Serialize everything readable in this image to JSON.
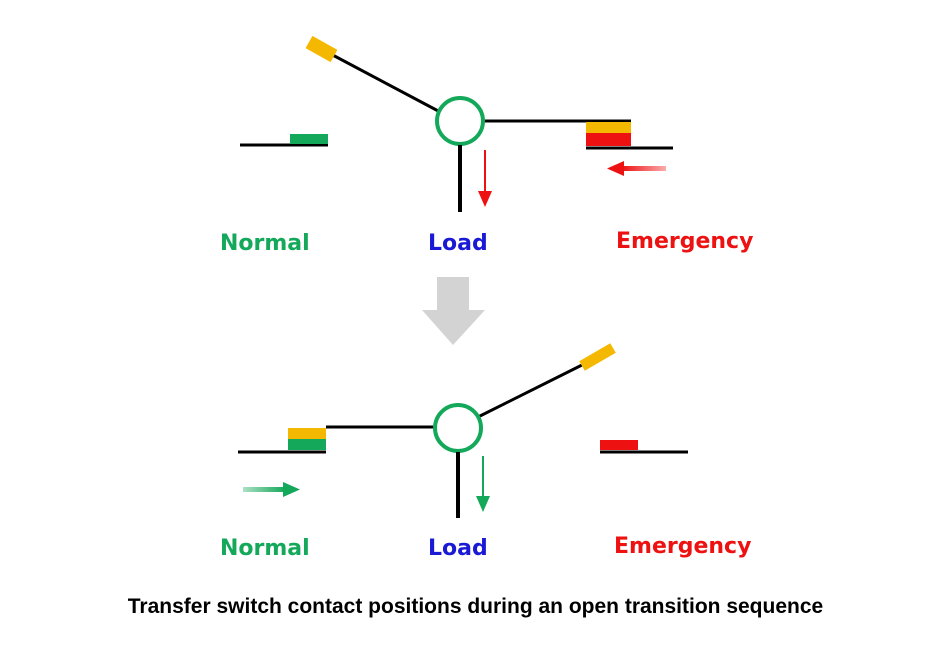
{
  "colors": {
    "normal": "#14a85a",
    "load": "#1a1ad6",
    "emergency": "#ee1111",
    "contact_yellow": "#f5b800",
    "line": "#000000",
    "transition_arrow": "#d3d3d3"
  },
  "top_state": {
    "normal_label": "Normal",
    "load_label": "Load",
    "emergency_label": "Emergency"
  },
  "bottom_state": {
    "normal_label": "Normal",
    "load_label": "Load",
    "emergency_label": "Emergency"
  },
  "caption": "Transfer switch contact positions during an open transition sequence"
}
